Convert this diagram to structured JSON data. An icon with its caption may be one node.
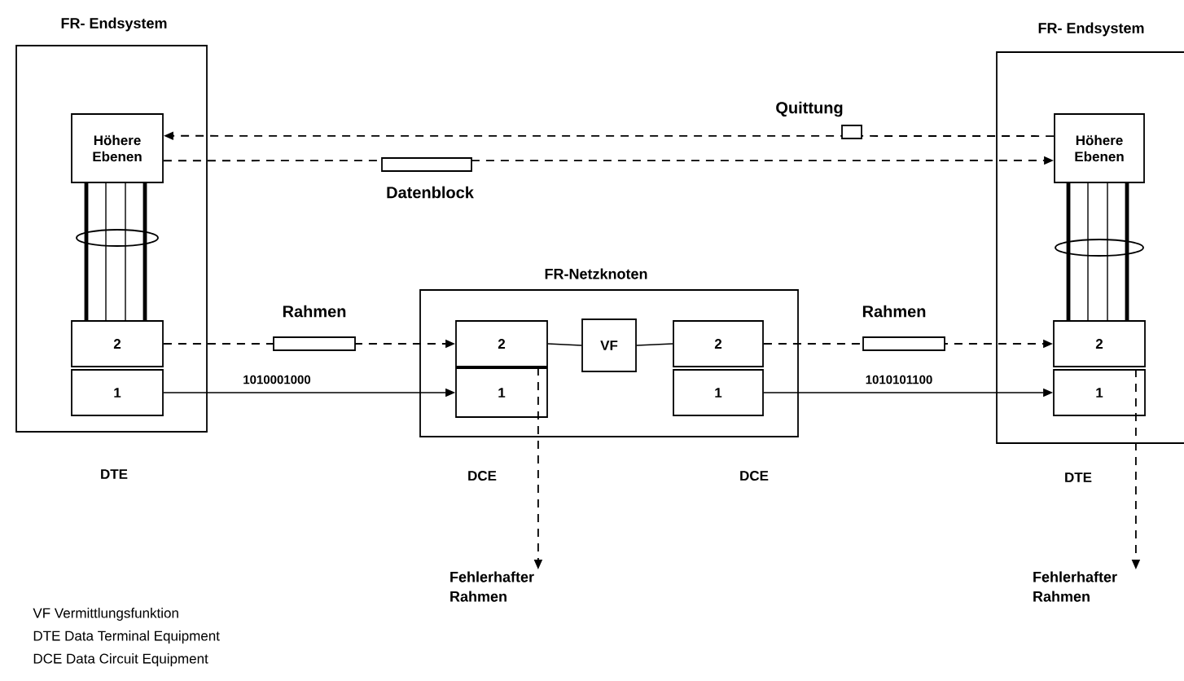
{
  "diagram": {
    "nodes": [
      {
        "text": [
          "FR- Endsystem"
        ]
      },
      {
        "text": [
          "Höhere Ebenen"
        ],
        "in": 0
      },
      {
        "text": [
          "2"
        ],
        "in": 0
      },
      {
        "text": [
          "1"
        ],
        "in": 0
      },
      {
        "text": [
          "FR-Netzknoten"
        ]
      },
      {
        "text": [
          "2"
        ],
        "in": 4
      },
      {
        "text": [
          "1"
        ],
        "in": 4
      },
      {
        "text": [
          "VF"
        ],
        "in": 4
      },
      {
        "text": [
          "2"
        ],
        "in": 4
      },
      {
        "text": [
          "1"
        ],
        "in": 4
      },
      {
        "text": [
          "FR- Endsystem"
        ]
      },
      {
        "text": [
          "Höhere Ebenen"
        ],
        "in": 10
      },
      {
        "text": [
          "2"
        ],
        "in": 10
      },
      {
        "text": [
          "1"
        ],
        "in": 10
      },
      {
        "text": [
          "Fehlerhafter Rahmen"
        ]
      },
      {
        "text": [
          "Fehlerhafter Rahmen"
        ]
      }
    ],
    "edges": [
      {
        "from": 11,
        "to": 1,
        "arrow": "to",
        "style": "dashed",
        "label": "Quittung"
      },
      {
        "from": 1,
        "to": 11,
        "arrow": "to",
        "style": "dashed",
        "label": "Datenblock"
      },
      {
        "from": 1,
        "to": 2,
        "arrow": "none",
        "style": "thick"
      },
      {
        "from": 1,
        "to": 2,
        "arrow": "none"
      },
      {
        "from": 1,
        "to": 2,
        "arrow": "none"
      },
      {
        "from": 1,
        "to": 2,
        "arrow": "none",
        "style": "thick"
      },
      {
        "from": 2,
        "to": 5,
        "arrow": "to",
        "style": "dashed",
        "label": "Rahmen"
      },
      {
        "from": 3,
        "to": 6,
        "arrow": "to",
        "label": "1010001000"
      },
      {
        "from": 5,
        "to": 7,
        "arrow": "none"
      },
      {
        "from": 7,
        "to": 8,
        "arrow": "none"
      },
      {
        "from": 8,
        "to": 12,
        "arrow": "to",
        "style": "dashed",
        "label": "Rahmen"
      },
      {
        "from": 9,
        "to": 13,
        "arrow": "to",
        "label": "1010101100"
      },
      {
        "from": 11,
        "to": 12,
        "arrow": "none",
        "style": "thick"
      },
      {
        "from": 11,
        "to": 12,
        "arrow": "none"
      },
      {
        "from": 11,
        "to": 12,
        "arrow": "none"
      },
      {
        "from": 11,
        "to": 12,
        "arrow": "none",
        "style": "thick"
      },
      {
        "from": 6,
        "to": 14,
        "arrow": "to",
        "style": "dashed"
      },
      {
        "from": 13,
        "to": 15,
        "arrow": "to",
        "style": "dashed"
      }
    ],
    "labels": [
      "DTE",
      "DCE",
      "DCE",
      "DTE",
      "VF Vermittlungsfunktion",
      "DTE Data Terminal Equipment",
      "DCE Data Circuit Equipment"
    ]
  }
}
